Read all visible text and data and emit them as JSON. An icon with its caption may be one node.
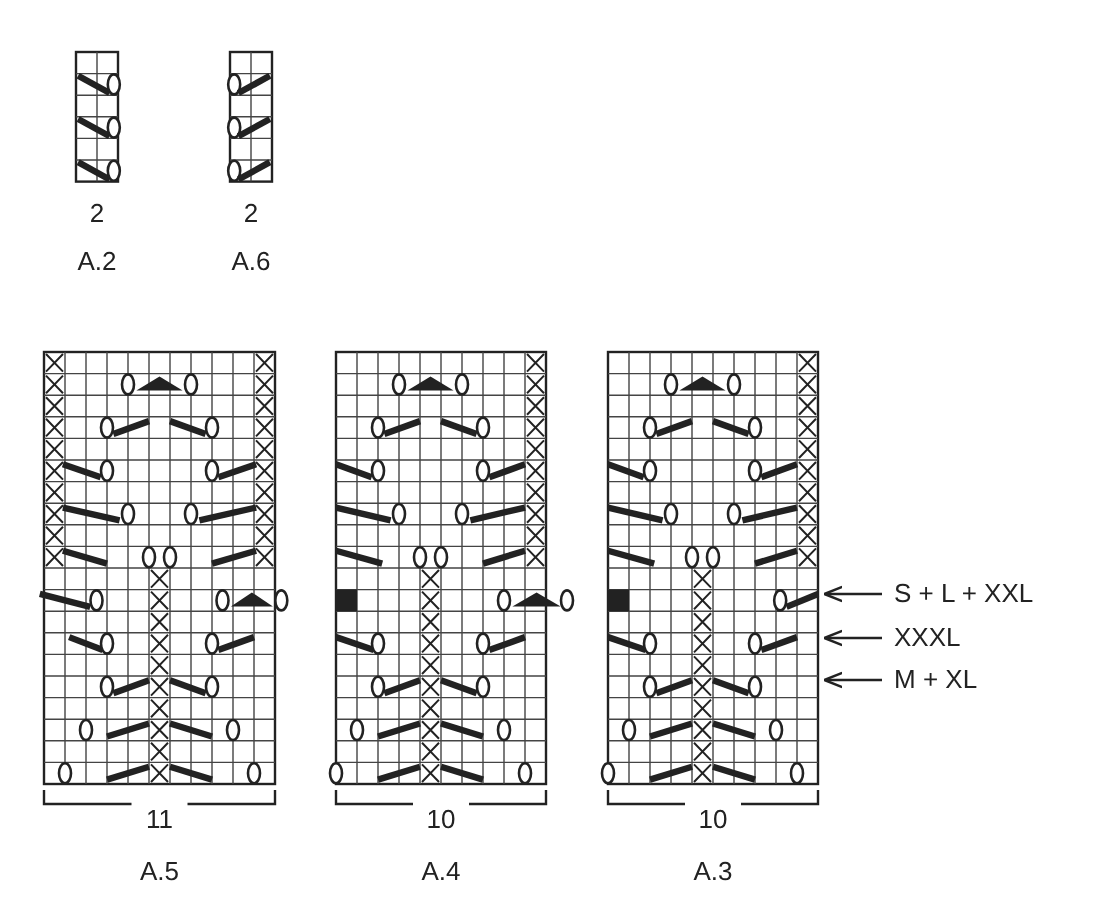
{
  "diagram": {
    "nodes": [
      {
        "text": [
          "2",
          "A.2"
        ]
      },
      {
        "text": [
          "2",
          "A.6"
        ]
      },
      {
        "text": [
          "11",
          "A.5"
        ]
      },
      {
        "text": [
          "10",
          "A.4"
        ]
      },
      {
        "text": [
          "10",
          "A.3"
        ]
      },
      {
        "text": [
          "S + L + XXL"
        ]
      },
      {
        "text": [
          "XXXL"
        ]
      },
      {
        "text": [
          "M + XL"
        ]
      }
    ],
    "edges": [
      {
        "from": 5,
        "to": 4,
        "arrow": "to"
      },
      {
        "from": 6,
        "to": 4,
        "arrow": "to"
      },
      {
        "from": 7,
        "to": 4,
        "arrow": "to"
      }
    ]
  }
}
